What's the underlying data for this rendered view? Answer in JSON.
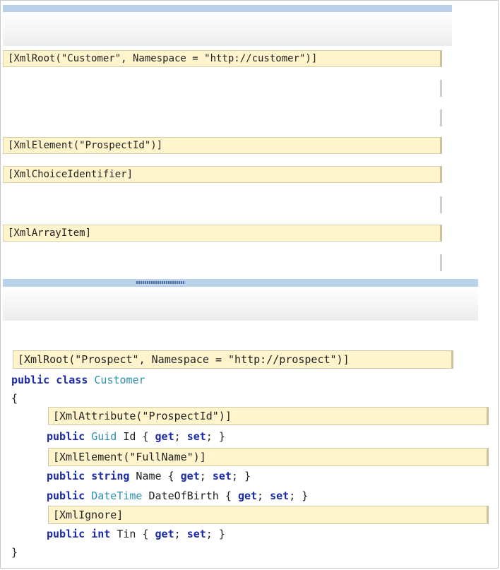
{
  "top_panel": {
    "answers": [
      {
        "slot": 1,
        "text": "[XmlRoot(\"Customer\", Namespace = \"http://customer\")]"
      },
      {
        "slot": 2,
        "text": ""
      },
      {
        "slot": 3,
        "text": ""
      },
      {
        "slot": 4,
        "text": "[XmlElement(\"ProspectId\")]"
      },
      {
        "slot": 5,
        "text": "[XmlChoiceIdentifier]"
      },
      {
        "slot": 6,
        "text": ""
      },
      {
        "slot": 7,
        "text": "[XmlArrayItem]"
      },
      {
        "slot": 8,
        "text": ""
      }
    ]
  },
  "code": {
    "root_attr": "[XmlRoot(\"Prospect\", Namespace = \"http://prospect\")]",
    "class_kw1": "public",
    "class_kw2": "class",
    "class_name": "Customer",
    "open_brace": "{",
    "attr_id": "[XmlAttribute(\"ProspectId\")]",
    "id_public": "public",
    "id_type": "Guid",
    "id_rest": " Id { ",
    "get": "get",
    "set": "set",
    "attr_name": "[XmlElement(\"FullName\")]",
    "name_public": "public",
    "name_type": "string",
    "name_rest": " Name { ",
    "dob_public": "public",
    "dob_type": "DateTime",
    "dob_rest": " DateOfBirth { ",
    "attr_tin": "[XmlIgnore]",
    "tin_public": "public",
    "tin_type": "int",
    "tin_rest": " Tin { ",
    "close_brace": "}"
  },
  "colors": {
    "keyword": "#1a2aa8",
    "type": "#2b91af",
    "slot_bg": "#fff4cc",
    "bar": "#b9d2ea"
  }
}
